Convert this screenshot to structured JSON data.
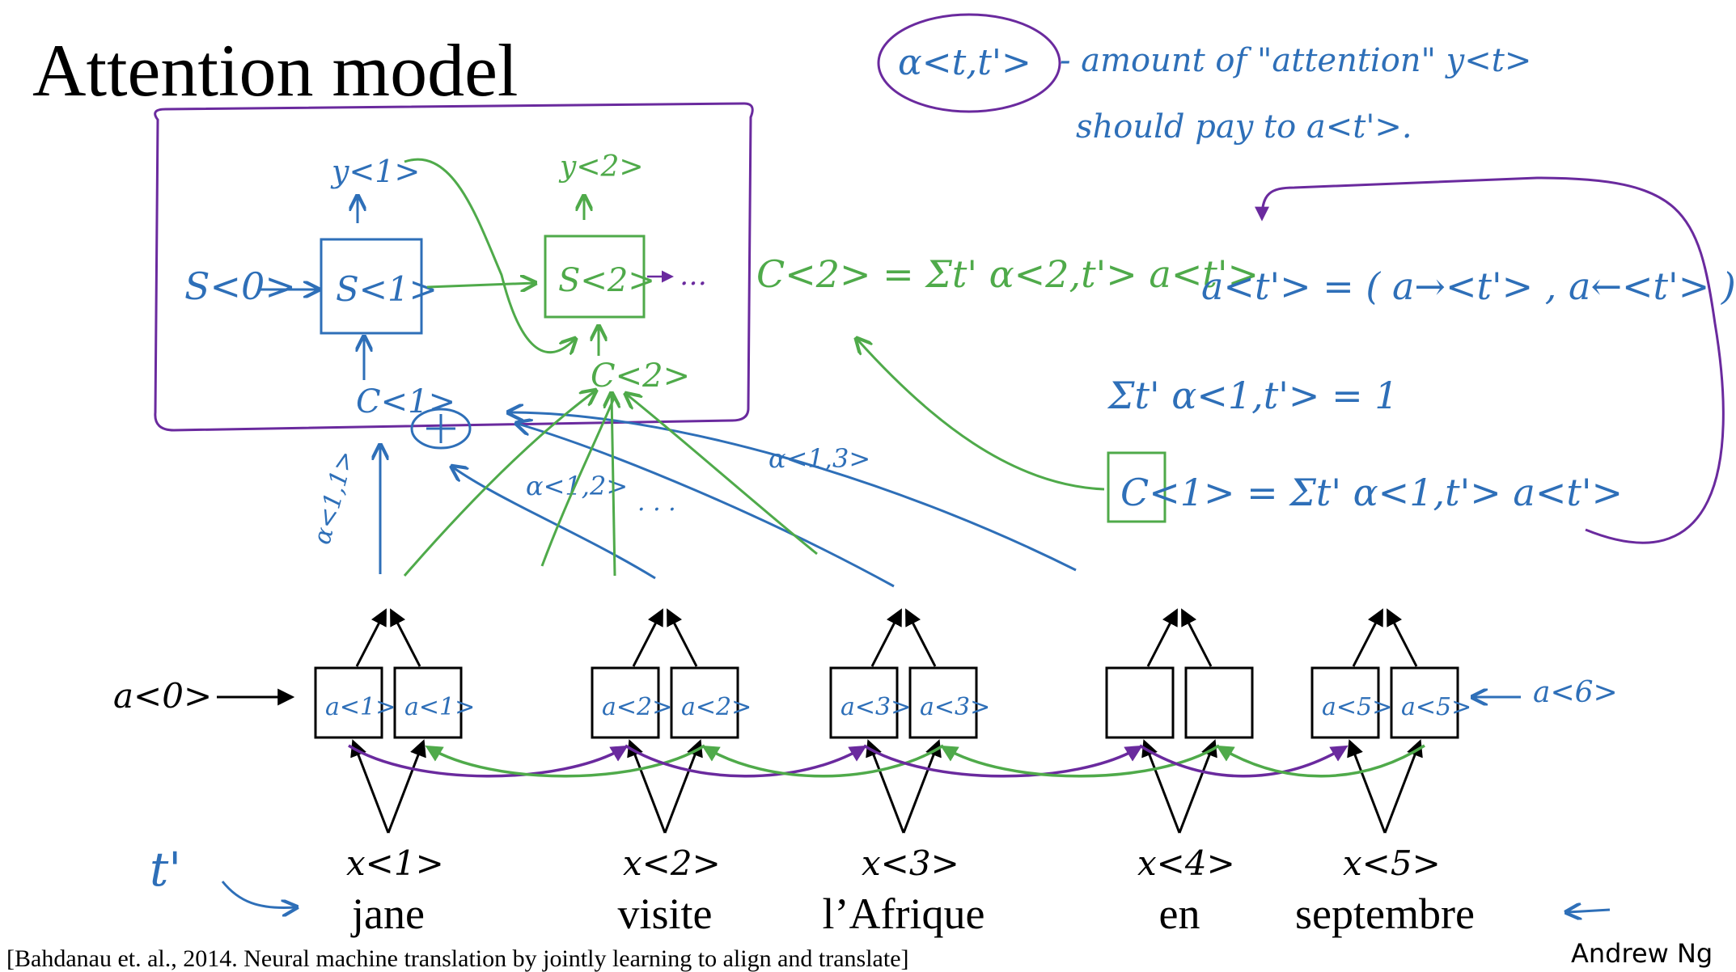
{
  "slide": {
    "title": "Attention model",
    "citation": "[Bahdanau et. al., 2014. Neural machine translation by jointly learning to align and translate]",
    "author": "Andrew Ng",
    "colors": {
      "ink": "#000000",
      "blue_ink": "#2e6fb8",
      "green_ink": "#4faa4a",
      "purple_ink": "#6a2a9e"
    }
  },
  "encoder": {
    "initial_activation": "a<0>",
    "words": [
      {
        "x_label": "x<1>",
        "word": "jane",
        "fwd": "a<1>",
        "bwd": "a<1>"
      },
      {
        "x_label": "x<2>",
        "word": "visite",
        "fwd": "a<2>",
        "bwd": "a<2>"
      },
      {
        "x_label": "x<3>",
        "word": "l’Afrique",
        "fwd": "a<3>",
        "bwd": "a<3>"
      },
      {
        "x_label": "x<4>",
        "word": "en",
        "fwd": "",
        "bwd": ""
      },
      {
        "x_label": "x<5>",
        "word": "septembre",
        "fwd": "a<5>",
        "bwd": "a<5>"
      }
    ],
    "final_backward": "a<6>",
    "time_index": "t'"
  },
  "decoder": {
    "s0": "S<0>",
    "s1": "S<1>",
    "s2": "S<2>",
    "y1": "y<1>",
    "y2": "y<2>",
    "c1": "C<1>",
    "c2": "C<2>",
    "ellipsis": "…",
    "alpha_11": "α<1,1>",
    "alpha_12": "α<1,2>",
    "alpha_13": "α<1,3>",
    "dots": "· · ·"
  },
  "notes": {
    "alpha_def_symbol": "α<t,t'>",
    "alpha_def_line1": "- amount of \"attention\" y<t>",
    "alpha_def_line2": "should pay to a<t'>.",
    "eq_c2": "C<2> = Σt' α<2,t'> a<t'>",
    "eq_a": "a<t'> = ( a→<t'> , a←<t'> )",
    "eq_sum": "Σt' α<1,t'> = 1",
    "eq_c1": "C<1> = Σt' α<1,t'> a<t'>"
  }
}
